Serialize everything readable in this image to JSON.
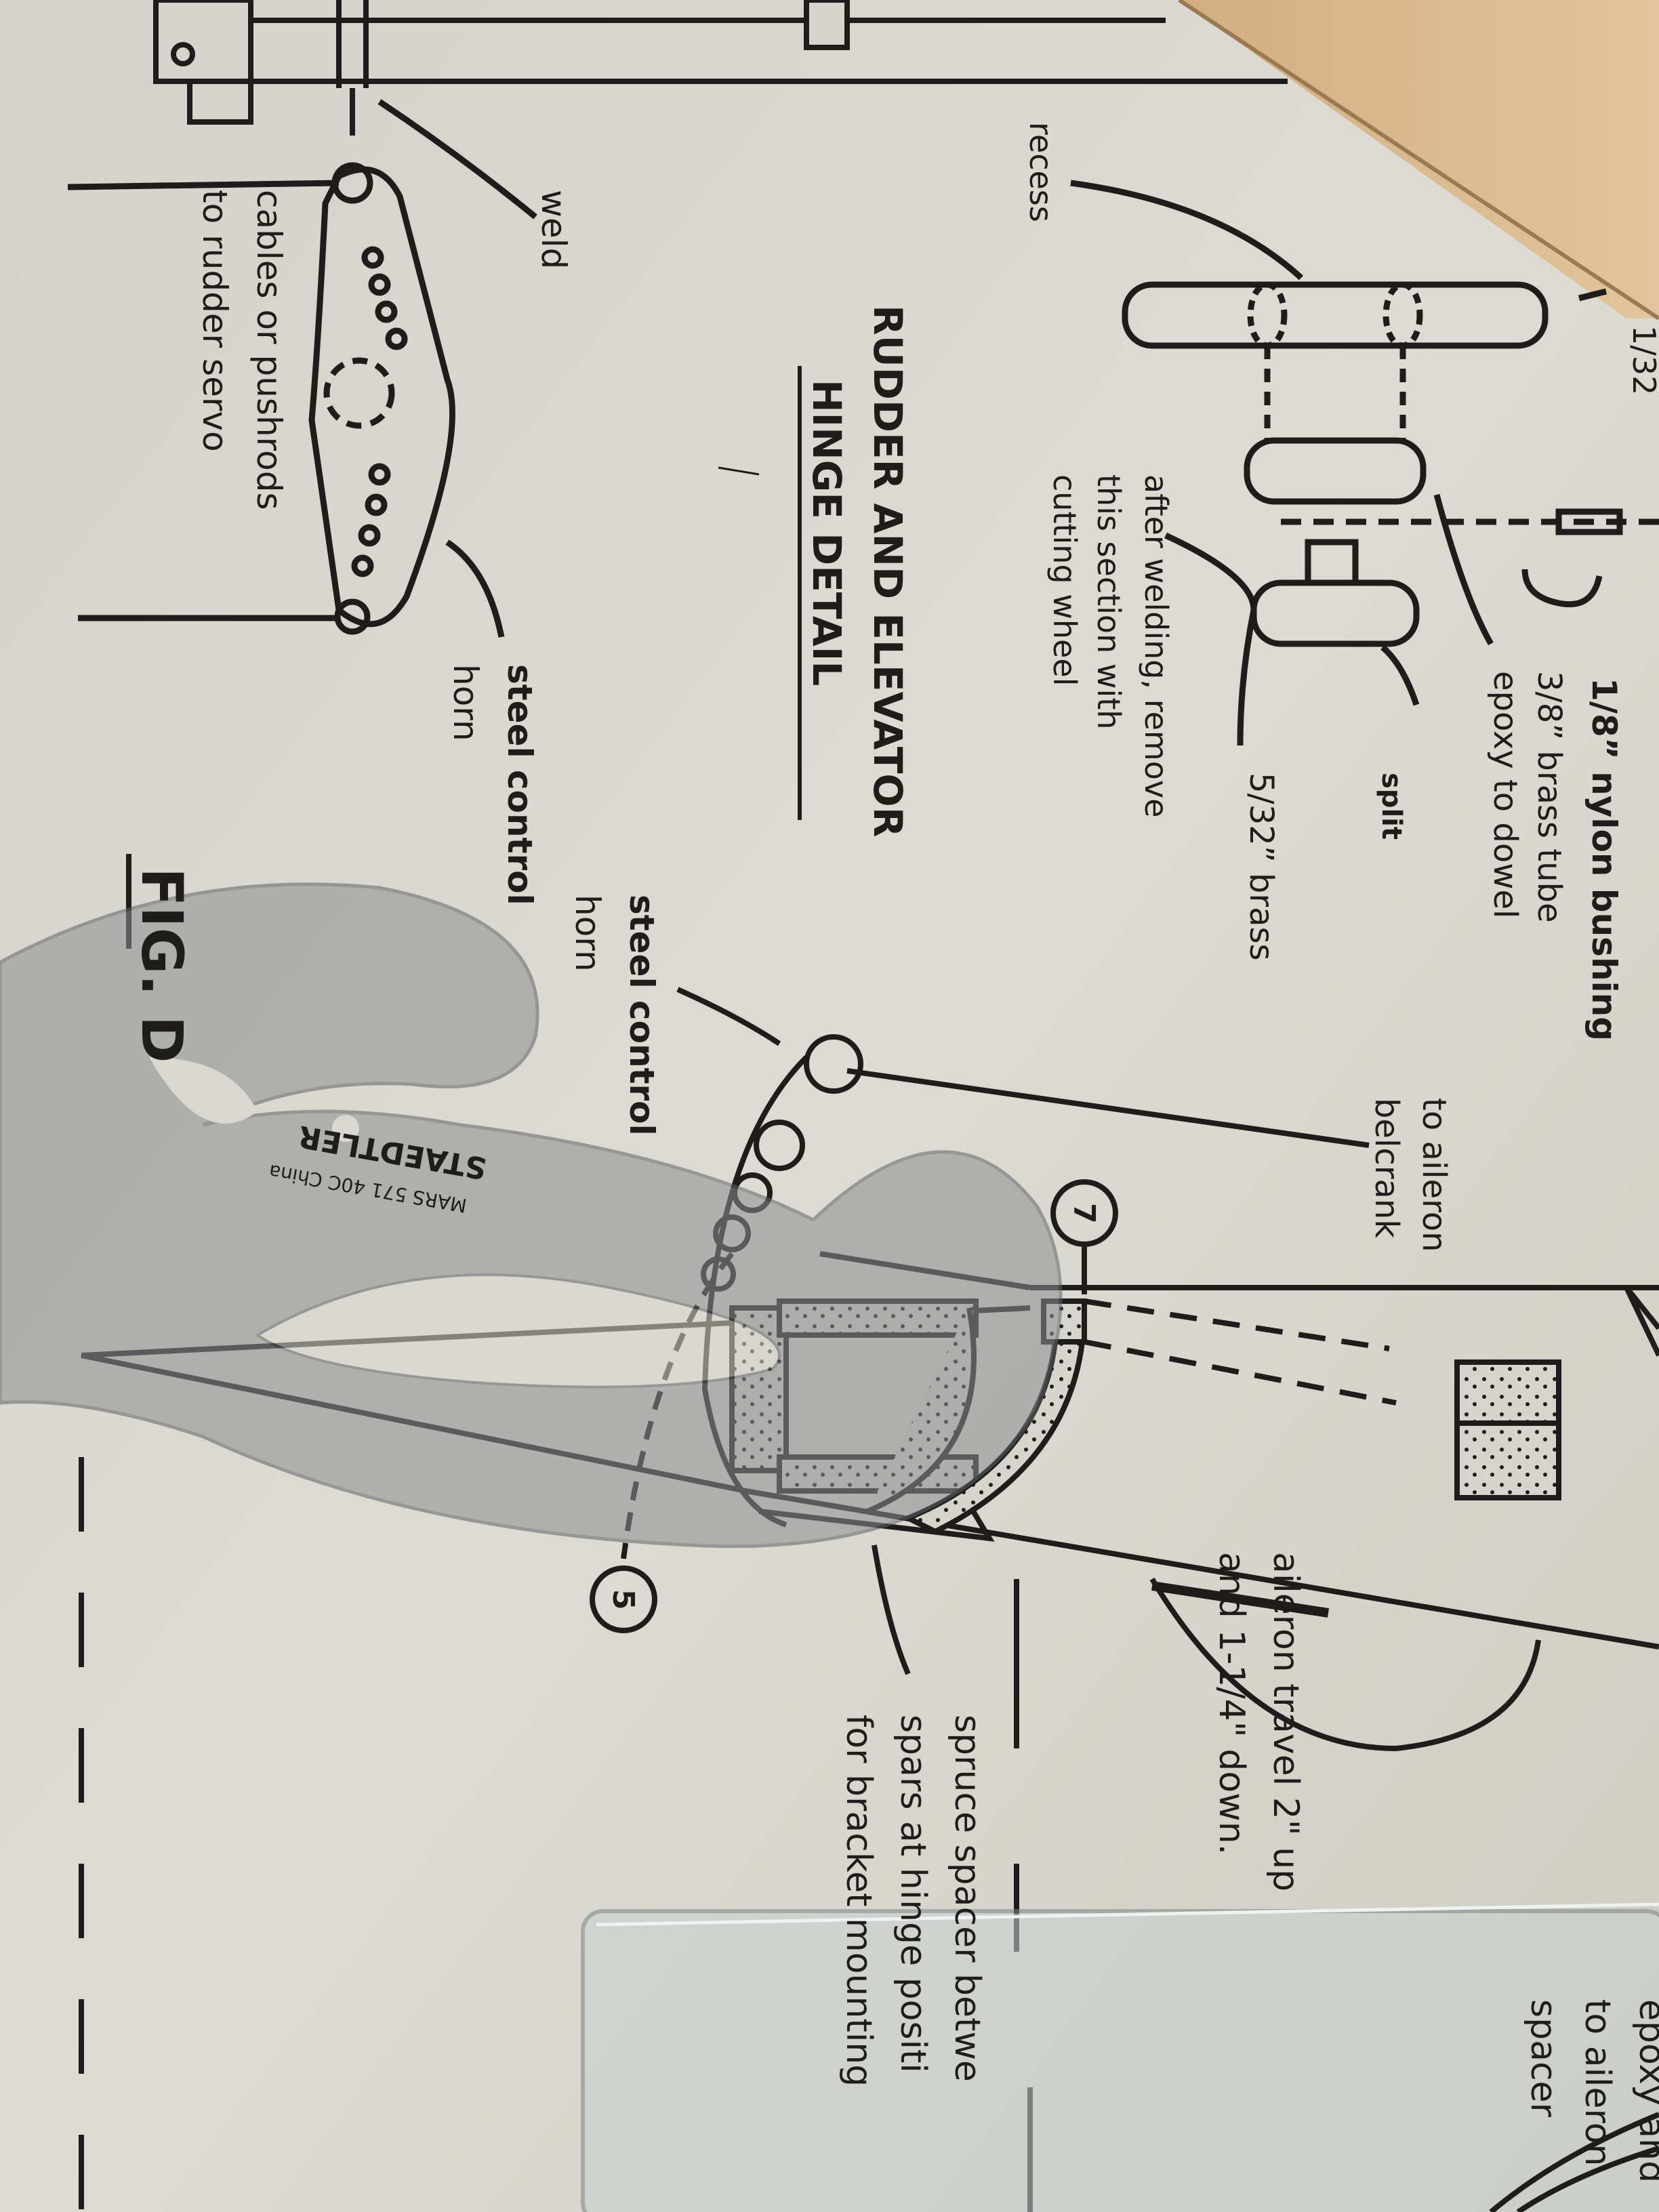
{
  "labels": {
    "nylon_bushing": "1/8” nylon bushing",
    "brass_tube_1": "3/8” brass tube",
    "brass_tube_2": "epoxy to dowel",
    "split": "split",
    "brass_532": "5/32” brass",
    "after_weld_1": "after welding, remove",
    "after_weld_2": "this section with",
    "after_weld_3": "cutting wheel",
    "recess": "recess",
    "title_1": "RUDDER AND ELEVATOR",
    "title_2": "HINGE DETAIL",
    "weld": "weld",
    "cables_1": "cables or pushrods",
    "cables_2": "to rudder servo",
    "steel_horn_left_1": "steel control",
    "steel_horn_left_2": "horn",
    "steel_horn_mid_1": "steel control",
    "steel_horn_mid_2": "horn",
    "to_aileron_1": "to aileron",
    "to_aileron_2": "belcrank",
    "fig": "FIG. D",
    "travel_1": "aileron travel 2\" up",
    "travel_2": "and 1-1/4\" down.",
    "spruce_1": "spruce spacer betwe",
    "spruce_2": "spars at hinge positi",
    "spruce_3": "for bracket mounting",
    "epoxy_1": "epoxy and",
    "epoxy_2": "to aileron",
    "epoxy_3": "spacer",
    "top_fraction": "1/32",
    "callout_7": "7",
    "callout_5": "5",
    "staedtler_brand": "STAEDTLER",
    "staedtler_model": "MARS 571 40C China"
  },
  "colors": {
    "paper": "#d9d7cf",
    "ink": "#1e1d1b",
    "wood": "#d9b88c",
    "curve_tool": "#8c8e92",
    "glass": "#c9d0cf"
  }
}
